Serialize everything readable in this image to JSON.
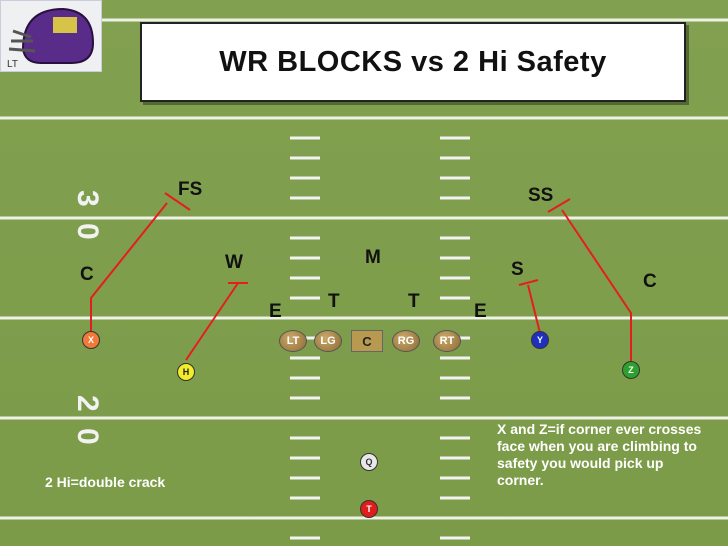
{
  "title": "WR BLOCKS vs 2 Hi Safety",
  "yard_numbers": [
    "3 0",
    "2 0"
  ],
  "defense": {
    "FS": "FS",
    "SS": "SS",
    "M": "M",
    "W": "W",
    "S": "S",
    "C_left": "C",
    "C_right": "C",
    "E_left": "E",
    "E_right": "E",
    "T_left": "T",
    "T_right": "T"
  },
  "offense": {
    "line": [
      "LT",
      "LG",
      "C",
      "RG",
      "RT"
    ],
    "X": "X",
    "Y": "Y",
    "Z": "Z",
    "H": "H",
    "Q": "Q",
    "T": "T"
  },
  "notes": {
    "left": "2 Hi=double crack",
    "right": "X and Z=if corner ever crosses face when you are climbing to safety you would pick up corner."
  },
  "colors": {
    "field": "#7b9b49",
    "route": "#e41e1e",
    "X": "#f07a3a",
    "H": "#f2ec2a",
    "Y": "#1f2fc0",
    "Z": "#2ea02e",
    "T": "#e01d1d",
    "Q": "#e8e8e8"
  },
  "icons": {
    "logo": "football-helmet-icon"
  }
}
